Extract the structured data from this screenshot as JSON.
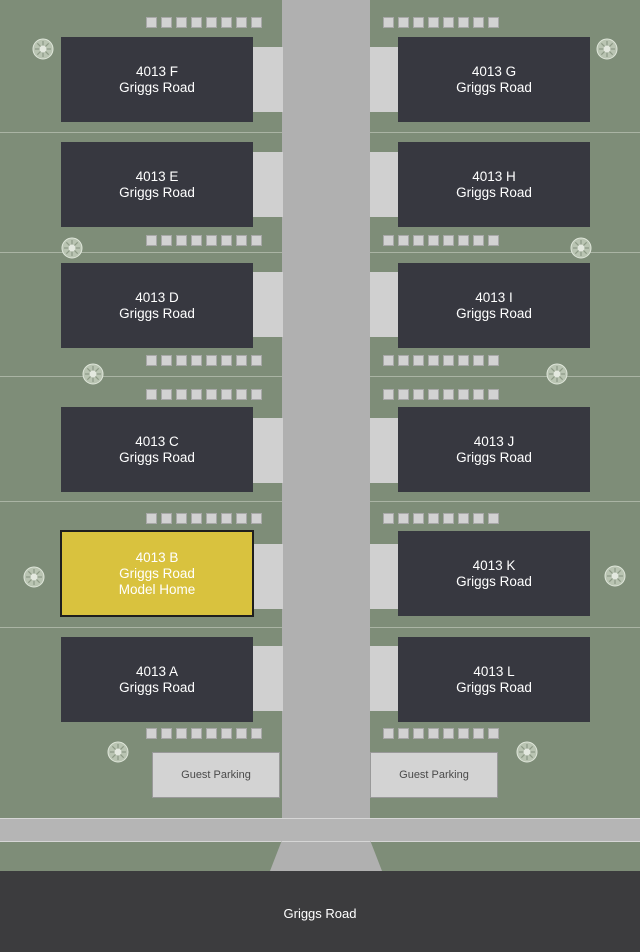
{
  "street": {
    "label": "Griggs Road"
  },
  "units": [
    {
      "id": "F",
      "line1": "4013 F",
      "line2": "Griggs Road",
      "line3": ""
    },
    {
      "id": "G",
      "line1": "4013 G",
      "line2": "Griggs Road",
      "line3": ""
    },
    {
      "id": "E",
      "line1": "4013 E",
      "line2": "Griggs Road",
      "line3": ""
    },
    {
      "id": "H",
      "line1": "4013 H",
      "line2": "Griggs Road",
      "line3": ""
    },
    {
      "id": "D",
      "line1": "4013 D",
      "line2": "Griggs Road",
      "line3": ""
    },
    {
      "id": "I",
      "line1": "4013 I",
      "line2": "Griggs Road",
      "line3": ""
    },
    {
      "id": "C",
      "line1": "4013 C",
      "line2": "Griggs Road",
      "line3": ""
    },
    {
      "id": "J",
      "line1": "4013 J",
      "line2": "Griggs Road",
      "line3": ""
    },
    {
      "id": "B",
      "line1": "4013 B",
      "line2": "Griggs Road",
      "line3": "Model Home"
    },
    {
      "id": "K",
      "line1": "4013 K",
      "line2": "Griggs Road",
      "line3": ""
    },
    {
      "id": "A",
      "line1": "4013 A",
      "line2": "Griggs Road",
      "line3": ""
    },
    {
      "id": "L",
      "line1": "4013 L",
      "line2": "Griggs Road",
      "line3": ""
    }
  ],
  "guest_parking": [
    {
      "label": "Guest Parking"
    },
    {
      "label": "Guest Parking"
    }
  ],
  "colors": {
    "lawn": "#7e8d78",
    "unit": "#373840",
    "model_home": "#d9c23e",
    "road": "#b0b0b0",
    "street": "#3c3c3e"
  }
}
